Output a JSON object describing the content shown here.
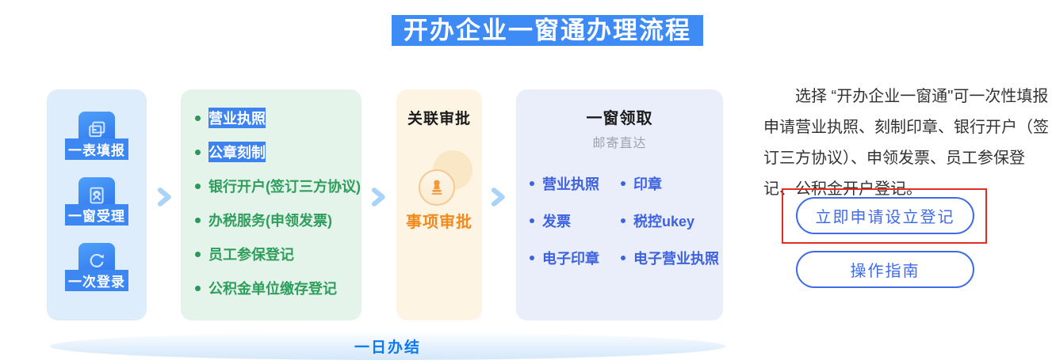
{
  "page": {
    "title": "开办企业一窗通办理流程"
  },
  "flow": {
    "step1": {
      "items": [
        {
          "label": "一表填报",
          "icon": "form-icon"
        },
        {
          "label": "一窗受理",
          "icon": "counter-service-icon"
        },
        {
          "label": "一次登录",
          "icon": "login-refresh-icon"
        }
      ]
    },
    "step2": {
      "items": [
        {
          "text": "营业执照",
          "selected": true
        },
        {
          "text": "公章刻制",
          "selected": true
        },
        {
          "text": "银行开户(签订三方协议)",
          "selected": false
        },
        {
          "text": "办税服务(申领发票)",
          "selected": false
        },
        {
          "text": "员工参保登记",
          "selected": false
        },
        {
          "text": "公积金单位缴存登记",
          "selected": false
        }
      ]
    },
    "step3": {
      "header": "关联审批",
      "label": "事项审批",
      "icon": "stamp-icon"
    },
    "step4": {
      "header": "一窗领取",
      "subheader": "邮寄直达",
      "columns": [
        [
          "营业执照",
          "发票",
          "电子印章"
        ],
        [
          "印章",
          "税控ukey",
          "电子营业执照"
        ]
      ]
    },
    "banner": "一日办结"
  },
  "info": {
    "description": "选择 “开办企业一窗通\"可一次性填报申请营业执照、刻制印章、银行开户（签订三方协议）、申领发票、员工参保登记、公积金开户登记。",
    "apply_button_label": "立即申请设立登记",
    "guide_button_label": "操作指南"
  },
  "colors": {
    "title_bg": "#3E8BF5",
    "step1_bg": "#DDEDFB",
    "step2_bg": "#E4F4EB",
    "step3_bg": "#FDF4E3",
    "step4_bg": "#E9EEFA",
    "green_text": "#2F9E5C",
    "selection_bg": "#3C83F0",
    "orange_text": "#F28A1E",
    "blue_item_text": "#3E62DE",
    "button_blue": "#3F6BE9",
    "annotation_red": "#E02E24",
    "banner_text": "#0B79EF"
  }
}
